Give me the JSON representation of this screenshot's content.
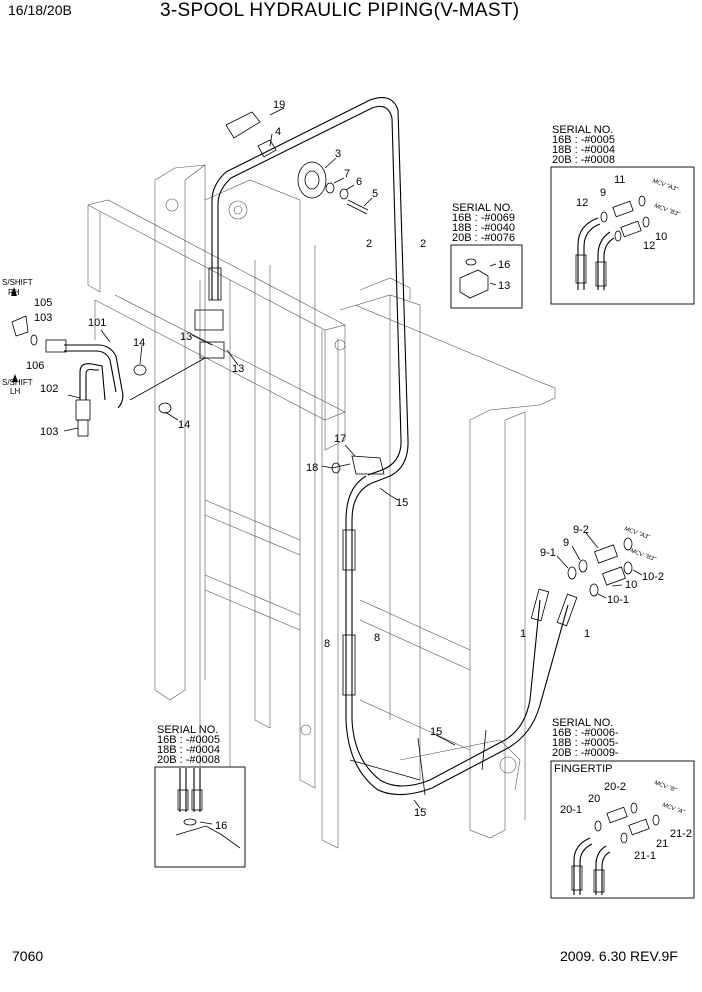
{
  "header": {
    "model": "16/18/20B",
    "title": "3-SPOOL HYDRAULIC PIPING(V-MAST)"
  },
  "footer": {
    "page": "7060",
    "date_rev": "2009. 6.30  REV.9F"
  },
  "side_labels": {
    "shift_rh": [
      "S/SHIFT",
      "RH"
    ],
    "shift_lh": [
      "S/SHIFT",
      "LH"
    ]
  },
  "part_labels": {
    "p1a": "1",
    "p1b": "1",
    "p2a": "2",
    "p2b": "2",
    "p3": "3",
    "p4": "4",
    "p5": "5",
    "p6": "6",
    "p7": "7",
    "p8a": "8",
    "p8b": "8",
    "p13a": "13",
    "p13b": "13",
    "p14a": "14",
    "p14b": "14",
    "p15a": "15",
    "p15b": "15",
    "p15c": "15",
    "p17": "17",
    "p18": "18",
    "p19": "19",
    "p101": "101",
    "p102": "102",
    "p103a": "103",
    "p103b": "103",
    "p105": "105",
    "p106": "106",
    "p9": "9",
    "p9_1": "9-1",
    "p9_2": "9-2",
    "p10": "10",
    "p10_1": "10-1",
    "p10_2": "10-2"
  },
  "inset_top_right": {
    "serial": [
      "SERIAL NO.",
      "16B : -#0005",
      "18B : -#0004",
      "20B : -#0008"
    ],
    "labels": {
      "a": "11",
      "b": "9",
      "c": "12",
      "d": "10",
      "e": "12"
    },
    "mcv": [
      "MCV \"A3\"",
      "MCV \"B3\""
    ]
  },
  "inset_mid": {
    "serial": [
      "SERIAL NO.",
      "16B : -#0069",
      "18B : -#0040",
      "20B : -#0076"
    ],
    "labels": {
      "a": "16",
      "b": "13"
    }
  },
  "inset_bottom_left": {
    "serial": [
      "SERIAL NO.",
      "16B : -#0005",
      "18B : -#0004",
      "20B : -#0008"
    ],
    "labels": {
      "a": "16"
    }
  },
  "inset_bottom_right": {
    "serial": [
      "SERIAL NO.",
      "16B : -#0006-",
      "18B : -#0005-",
      "20B : -#0009-"
    ],
    "title": "FINGERTIP",
    "labels": {
      "a": "20-2",
      "b": "20",
      "c": "20-1",
      "d": "21-2",
      "e": "21",
      "f": "21-1"
    },
    "mcv": [
      "MCV \"B\"",
      "MCV \"A\""
    ]
  },
  "mcv_main": [
    "MCV \"A3\"",
    "MCV \"B3\""
  ]
}
